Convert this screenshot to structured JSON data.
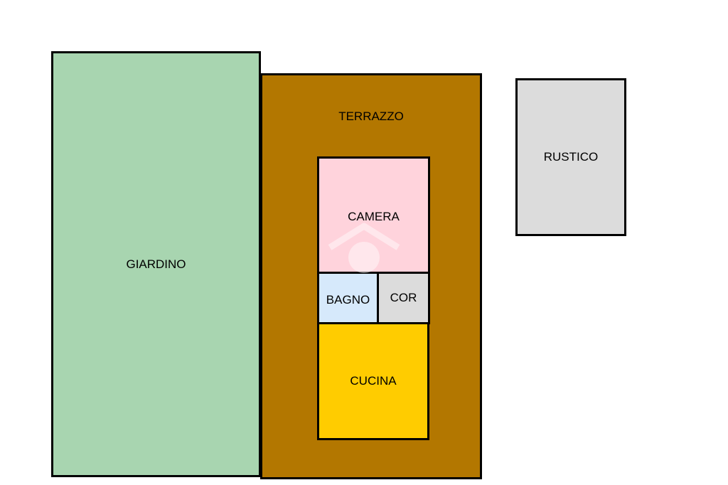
{
  "floorplan": {
    "rooms": {
      "giardino": {
        "label": "GIARDINO",
        "color": "#a8d5b0"
      },
      "terrazzo": {
        "label": "TERRAZZO",
        "color": "#b37700"
      },
      "camera": {
        "label": "CAMERA",
        "color": "#ffd3dc"
      },
      "bagno": {
        "label": "BAGNO",
        "color": "#d6e9fb"
      },
      "cor": {
        "label": "COR",
        "color": "#dcdcdc"
      },
      "cucina": {
        "label": "CUCINA",
        "color": "#ffcc00"
      },
      "rustico": {
        "label": "RUSTICO",
        "color": "#dcdcdc"
      }
    }
  }
}
